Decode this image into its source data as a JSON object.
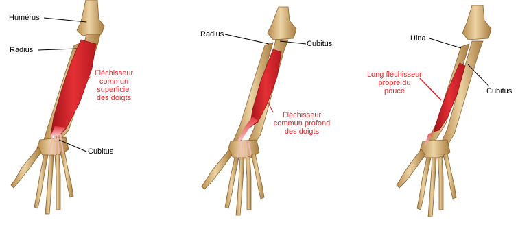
{
  "colors": {
    "bone": "#e0c290",
    "bone_dark": "#b88c4e",
    "bone_shadow": "#9a7038",
    "muscle": "#d9242a",
    "muscle_light": "#ef8e93",
    "muscle_dark": "#a11318",
    "leader_black": "#000000",
    "leader_red": "#e8262a",
    "label_black": "#000000",
    "label_red": "#e8262a"
  },
  "panels": [
    {
      "muscle_name": "Fléchisseur commun superficiel des doigts",
      "labels": {
        "humerus": "Humérus",
        "radius": "Radius",
        "muscle_lines": [
          "Fléchisseur",
          "commun",
          "superficiel",
          "des doigts"
        ],
        "cubitus": "Cubitus"
      }
    },
    {
      "muscle_name": "Fléchisseur commun profond des doigts",
      "labels": {
        "radius": "Radius",
        "cubitus": "Cubitus",
        "muscle_lines": [
          "Fléchisseur",
          "commun profond",
          "des doigts"
        ]
      }
    },
    {
      "muscle_name": "Long fléchisseur propre du pouce",
      "labels": {
        "ulna": "Ulna",
        "muscle_lines": [
          "Long fléchisseur",
          "propre du",
          "pouce"
        ],
        "cubitus": "Cubitus"
      }
    }
  ]
}
